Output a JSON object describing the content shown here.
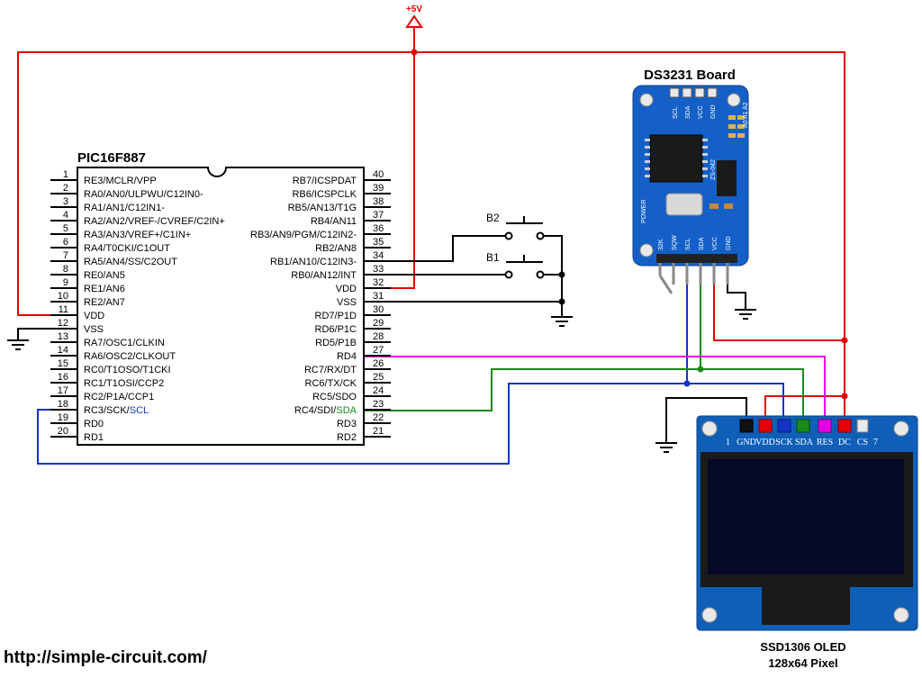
{
  "colors": {
    "power": "#e60000",
    "scl": "#1533c9",
    "sda": "#1a8a1a",
    "rd4": "#e600e6",
    "pcb_blue": "#1560c8",
    "oled_board": "#0f5fb8",
    "oled_screen": "#060a26"
  },
  "supply": {
    "label": "+5V"
  },
  "mcu": {
    "title": "PIC16F887",
    "left_pins": [
      {
        "num": "1",
        "name": "RE3/MCLR/VPP"
      },
      {
        "num": "2",
        "name": "RA0/AN0/ULPWU/C12IN0-"
      },
      {
        "num": "3",
        "name": "RA1/AN1/C12IN1-"
      },
      {
        "num": "4",
        "name": "RA2/AN2/VREF-/CVREF/C2IN+"
      },
      {
        "num": "5",
        "name": "RA3/AN3/VREF+/C1IN+"
      },
      {
        "num": "6",
        "name": "RA4/T0CKI/C1OUT"
      },
      {
        "num": "7",
        "name": "RA5/AN4/SS/C2OUT"
      },
      {
        "num": "8",
        "name": "RE0/AN5"
      },
      {
        "num": "9",
        "name": "RE1/AN6"
      },
      {
        "num": "10",
        "name": "RE2/AN7"
      },
      {
        "num": "11",
        "name": "VDD"
      },
      {
        "num": "12",
        "name": "VSS"
      },
      {
        "num": "13",
        "name": "RA7/OSC1/CLKIN"
      },
      {
        "num": "14",
        "name": "RA6/OSC2/CLKOUT"
      },
      {
        "num": "15",
        "name": "RC0/T1OSO/T1CKI"
      },
      {
        "num": "16",
        "name": "RC1/T1OSI/CCP2"
      },
      {
        "num": "17",
        "name": "RC2/P1A/CCP1"
      },
      {
        "num": "18",
        "name": "RC3/SCK/SCL"
      },
      {
        "num": "19",
        "name": "RD0"
      },
      {
        "num": "20",
        "name": "RD1"
      }
    ],
    "right_pins": [
      {
        "num": "40",
        "name": "RB7/ICSPDAT"
      },
      {
        "num": "39",
        "name": "RB6/ICSPCLK"
      },
      {
        "num": "38",
        "name": "RB5/AN13/T1G"
      },
      {
        "num": "37",
        "name": "RB4/AN11"
      },
      {
        "num": "36",
        "name": "RB3/AN9/PGM/C12IN2-"
      },
      {
        "num": "35",
        "name": "RB2/AN8"
      },
      {
        "num": "34",
        "name": "RB1/AN10/C12IN3-"
      },
      {
        "num": "33",
        "name": "RB0/AN12/INT"
      },
      {
        "num": "32",
        "name": "VDD"
      },
      {
        "num": "31",
        "name": "VSS"
      },
      {
        "num": "30",
        "name": "RD7/P1D"
      },
      {
        "num": "29",
        "name": "RD6/P1C"
      },
      {
        "num": "28",
        "name": "RD5/P1B"
      },
      {
        "num": "27",
        "name": "RD4"
      },
      {
        "num": "26",
        "name": "RC7/RX/DT"
      },
      {
        "num": "25",
        "name": "RC6/TX/CK"
      },
      {
        "num": "24",
        "name": "RC5/SDO"
      },
      {
        "num": "23",
        "name": "RC4/SDI/SDA"
      },
      {
        "num": "22",
        "name": "RD3"
      },
      {
        "num": "21",
        "name": "RD2"
      }
    ]
  },
  "buttons": {
    "b1": "B1",
    "b2": "B2"
  },
  "ds3231": {
    "title": "DS3231 Board",
    "top_pins": [
      "SCL",
      "SDA",
      "VCC",
      "GND"
    ],
    "bottom_pins": [
      "32K",
      "SQW",
      "SCL",
      "SDA",
      "VCC",
      "GND"
    ],
    "side_labels": [
      "A0",
      "A1",
      "A2"
    ],
    "power_label": "POWER",
    "module_label": "ZS-042"
  },
  "oled": {
    "pins": [
      "GND",
      "VDD",
      "SCK",
      "SDA",
      "RES",
      "DC",
      "CS"
    ],
    "pin_first": "1",
    "pin_last": "7",
    "caption_line1": "SSD1306 OLED",
    "caption_line2": "128x64 Pixel"
  },
  "footer": {
    "url": "http://simple-circuit.com/"
  }
}
